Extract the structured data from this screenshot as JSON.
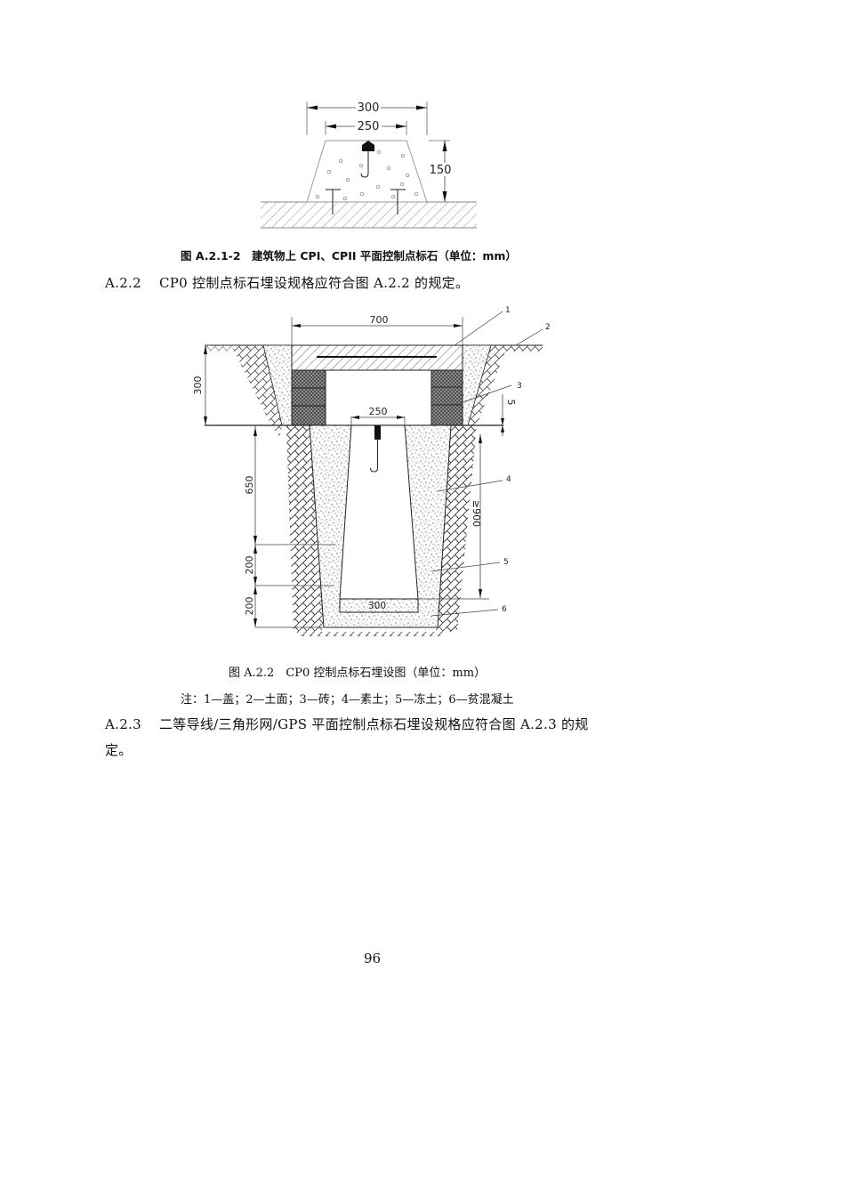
{
  "figure1": {
    "dims": {
      "outer_width": "300",
      "inner_width": "250",
      "height": "150"
    },
    "caption": "图 A.2.1-2　建筑物上 CPI、CPII 平面控制点标石（单位：mm）"
  },
  "clause_a22": {
    "number": "A.2.2",
    "text": "CP0 控制点标石埋设规格应符合图 A.2.2 的规定。"
  },
  "figure2": {
    "dims": {
      "cover_width": "700",
      "top_depth": "300",
      "gap": "5",
      "mark_width": "250",
      "depth_650": "650",
      "depth_200a": "200",
      "depth_200b": "200",
      "min_depth": "≥900",
      "base_width": "300"
    },
    "labels": [
      "1",
      "2",
      "3",
      "4",
      "5",
      "6"
    ],
    "caption": "图 A.2.2　CP0 控制点标石埋设图（单位：mm）",
    "note": "注：1—盖；2—土面；3—砖；4—素土；5—冻土；6—贫混凝土"
  },
  "clause_a23": {
    "number": "A.2.3",
    "text_line1": "二等导线/三角形网/GPS 平面控制点标石埋设规格应符合图 A.2.3 的规",
    "text_line2": "定。"
  },
  "page_number": "96"
}
